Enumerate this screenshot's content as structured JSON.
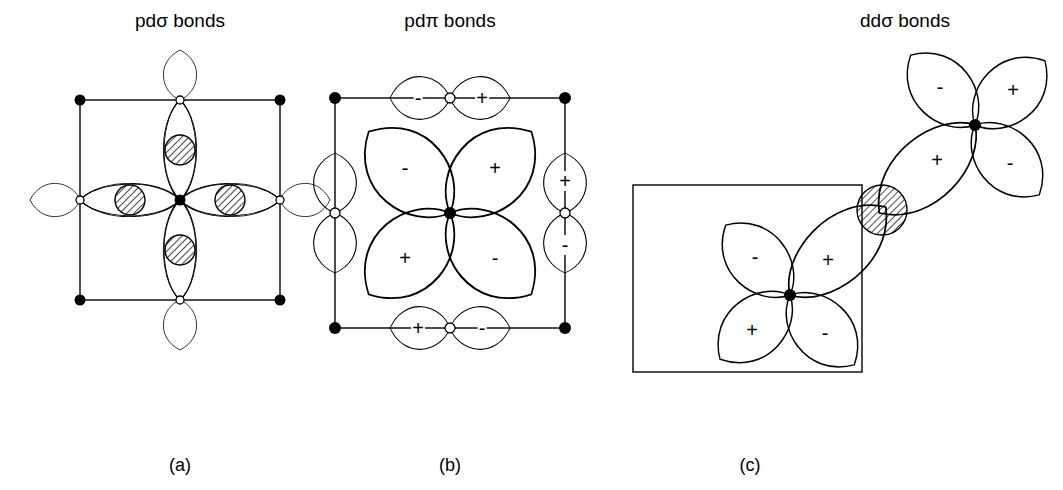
{
  "diagram": {
    "labels": [
      "pdσ bonds",
      "pdπ bonds",
      "ddσ bonds",
      "-",
      "+",
      "-",
      "+",
      "+",
      "-",
      "+",
      "-",
      "+",
      "-",
      "-",
      "+",
      "+",
      "-",
      "+",
      "-",
      "+",
      "-",
      "(a)",
      "(b)",
      "(c)"
    ]
  }
}
